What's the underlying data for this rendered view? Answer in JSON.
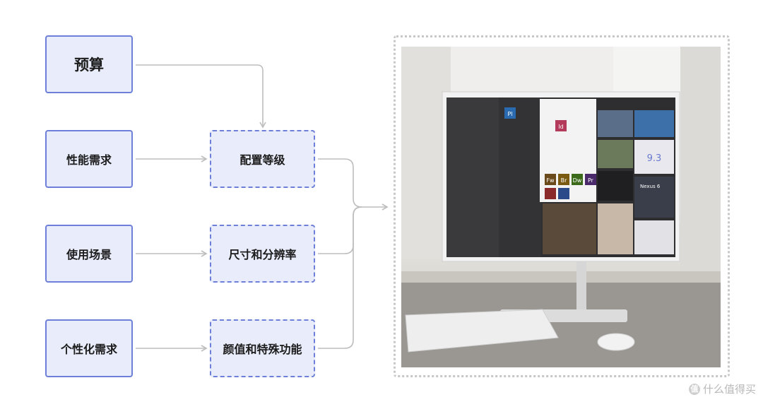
{
  "left_items": [
    "预算",
    "性能需求",
    "使用场景",
    "个性化需求"
  ],
  "mid_items": [
    "配置等级",
    "尺寸和分辨率",
    "颜值和特殊功能"
  ],
  "screen": {
    "app_letters": [
      "Fw",
      "Br",
      "Dw",
      "Pr",
      "Id",
      "Pl"
    ],
    "phone_label": "Nexus 6",
    "ios_number": "9.3"
  },
  "watermark": {
    "icon": "值",
    "text": "什么值得买"
  },
  "colors": {
    "box_fill": "#e9ecfb",
    "box_border": "#6d7fd8",
    "connector": "#bdbdbd"
  }
}
